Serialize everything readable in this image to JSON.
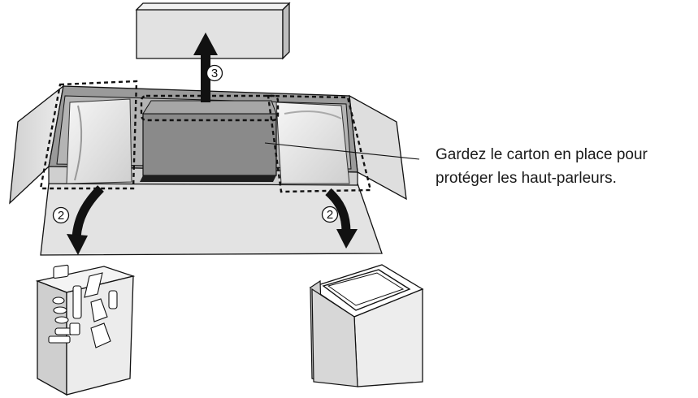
{
  "caption": {
    "line1": "Gardez le carton en place pour",
    "line2": "protéger les haut-parleurs."
  },
  "steps": {
    "left": "2",
    "right": "2",
    "top": "3"
  },
  "colors": {
    "ink": "#111111",
    "light_gray": "#e4e4e4",
    "mid_gray": "#c9c9c9",
    "dark_gray": "#8c8c8c",
    "speaker_dark": "#1e1e1e",
    "white": "#ffffff"
  }
}
